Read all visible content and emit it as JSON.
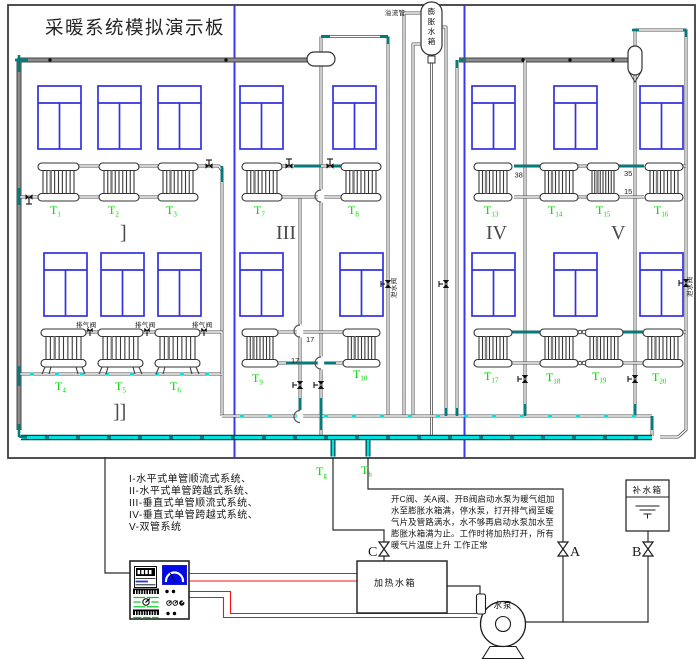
{
  "title": "采暖系统模拟演示板",
  "sections": [
    {
      "id": "I",
      "label": "]"
    },
    {
      "id": "II",
      "label": "]]"
    },
    {
      "id": "III",
      "label": "III"
    },
    {
      "id": "IV",
      "label": "IV"
    },
    {
      "id": "V",
      "label": "V"
    }
  ],
  "sensors": [
    {
      "prefix": "T",
      "sub": "1"
    },
    {
      "prefix": "T",
      "sub": "2"
    },
    {
      "prefix": "T",
      "sub": "3"
    },
    {
      "prefix": "T",
      "sub": "4"
    },
    {
      "prefix": "T",
      "sub": "5"
    },
    {
      "prefix": "T",
      "sub": "6"
    },
    {
      "prefix": "T",
      "sub": "7"
    },
    {
      "prefix": "T",
      "sub": "8"
    },
    {
      "prefix": "T",
      "sub": "9"
    },
    {
      "prefix": "T",
      "sub": "10"
    },
    {
      "prefix": "T",
      "sub": "13"
    },
    {
      "prefix": "T",
      "sub": "14"
    },
    {
      "prefix": "T",
      "sub": "15"
    },
    {
      "prefix": "T",
      "sub": "16"
    },
    {
      "prefix": "T",
      "sub": "17"
    },
    {
      "prefix": "T",
      "sub": "18"
    },
    {
      "prefix": "T",
      "sub": "19"
    },
    {
      "prefix": "T",
      "sub": "20"
    },
    {
      "prefix": "T",
      "sub": "g"
    },
    {
      "prefix": "T",
      "sub": "h"
    }
  ],
  "pipe_labels": [
    {
      "text": "38"
    },
    {
      "text": "35"
    },
    {
      "text": "15"
    },
    {
      "text": "17"
    },
    {
      "text": "17"
    }
  ],
  "small_labels": {
    "expansion_tank": "膨胀水箱",
    "overflow_pipe": "溢流管",
    "air_valve": "排气阀",
    "drain_valve": "泄水阀"
  },
  "legend": {
    "lines": [
      "I-水平式单管顺流式系统、",
      "II-水平式单管跨越式系统、",
      "III-垂直式单管顺流式系统、",
      "IV-垂直式单管跨越式系统、",
      "V-双管系统"
    ]
  },
  "instructions": {
    "lines": [
      "开C阀、关A阀、开B阀启动水泵为暖气组加",
      "水至膨胀水箱满，停水泵，打开排气阀至暖",
      "气片及管路满水，水不够再启动水泵加水至",
      "膨胀水箱满为止。工作时将加热打开，所有",
      "暖气片温度上升 工作正常"
    ]
  },
  "equipment": {
    "heating_tank": "加热水箱",
    "pump": "水泵",
    "makeup_tank": "补水箱"
  },
  "valves": [
    {
      "label": "C"
    },
    {
      "label": "A"
    },
    {
      "label": "B"
    }
  ],
  "colors": {
    "pipe_gray": "#8a8a8a",
    "pipe_dark": "#4f4f4f",
    "pipe_teal": "#007d7d",
    "pipe_cyan": "#00e2e2",
    "window_blue": "#3232e0",
    "divider_blue": "#3a3ae8",
    "sensor_green": "#00d400",
    "wire_red": "#f51111",
    "gauge_blue": "#0009e6",
    "panel_green": "#00cc22"
  }
}
